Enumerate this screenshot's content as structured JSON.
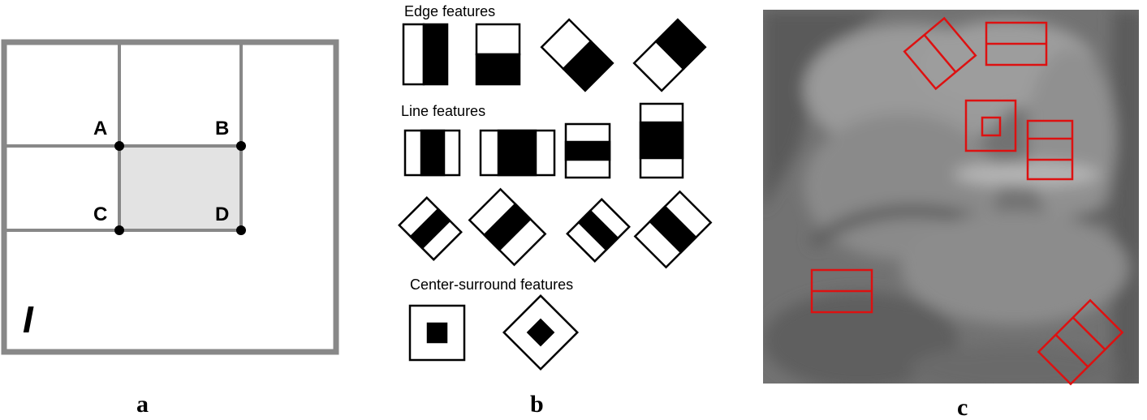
{
  "panel_a": {
    "points": [
      "A",
      "B",
      "C",
      "D"
    ],
    "image_label": "I",
    "panel_label": "a",
    "colors": {
      "grid": "#888888",
      "highlight": "#e3e3e3",
      "point": "#000000"
    }
  },
  "panel_b": {
    "sections": {
      "edge": "Edge features",
      "line": "Line features",
      "center": "Center-surround features"
    },
    "panel_label": "b"
  },
  "panel_c": {
    "panel_label": "c",
    "colors": {
      "boxes": "#dd1111"
    }
  }
}
